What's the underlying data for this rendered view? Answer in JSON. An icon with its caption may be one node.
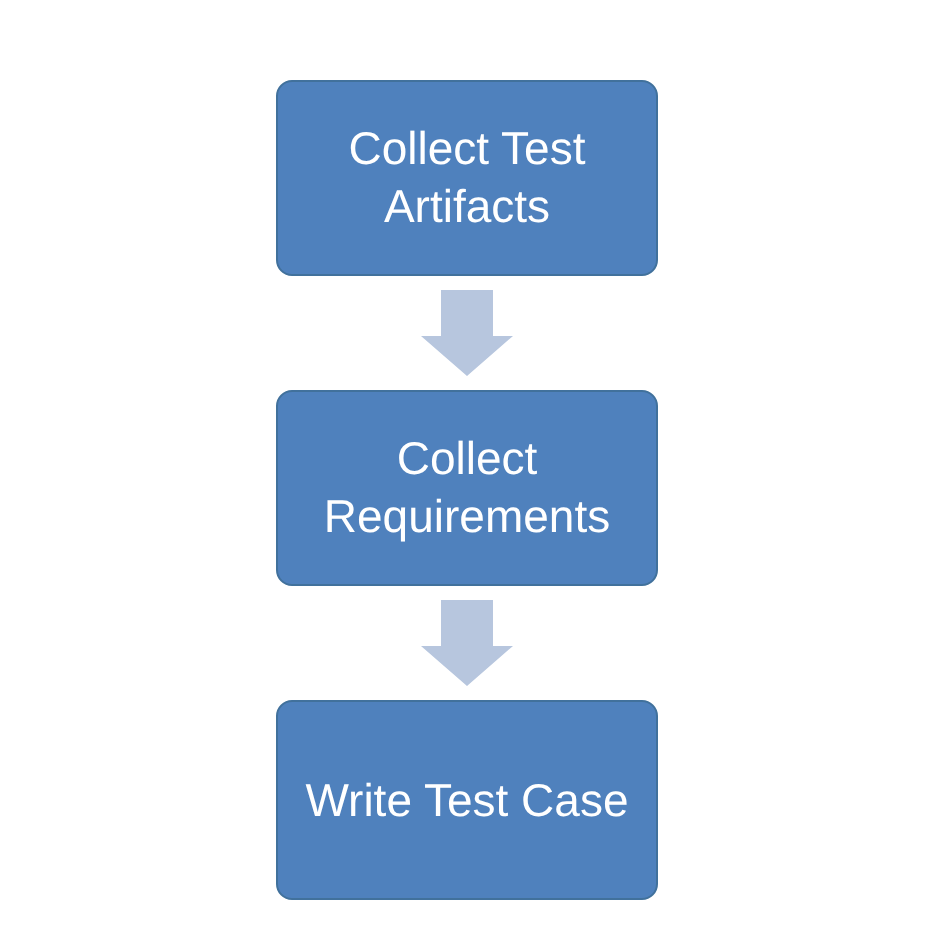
{
  "diagram": {
    "nodes": [
      {
        "text": [
          "Collect Test Artifacts"
        ]
      },
      {
        "text": [
          "Collect Requirements"
        ]
      },
      {
        "text": [
          "Write Test Case"
        ]
      }
    ],
    "edges": [
      {
        "from": 0,
        "to": 1,
        "arrow": "to"
      },
      {
        "from": 1,
        "to": 2,
        "arrow": "to"
      }
    ]
  }
}
